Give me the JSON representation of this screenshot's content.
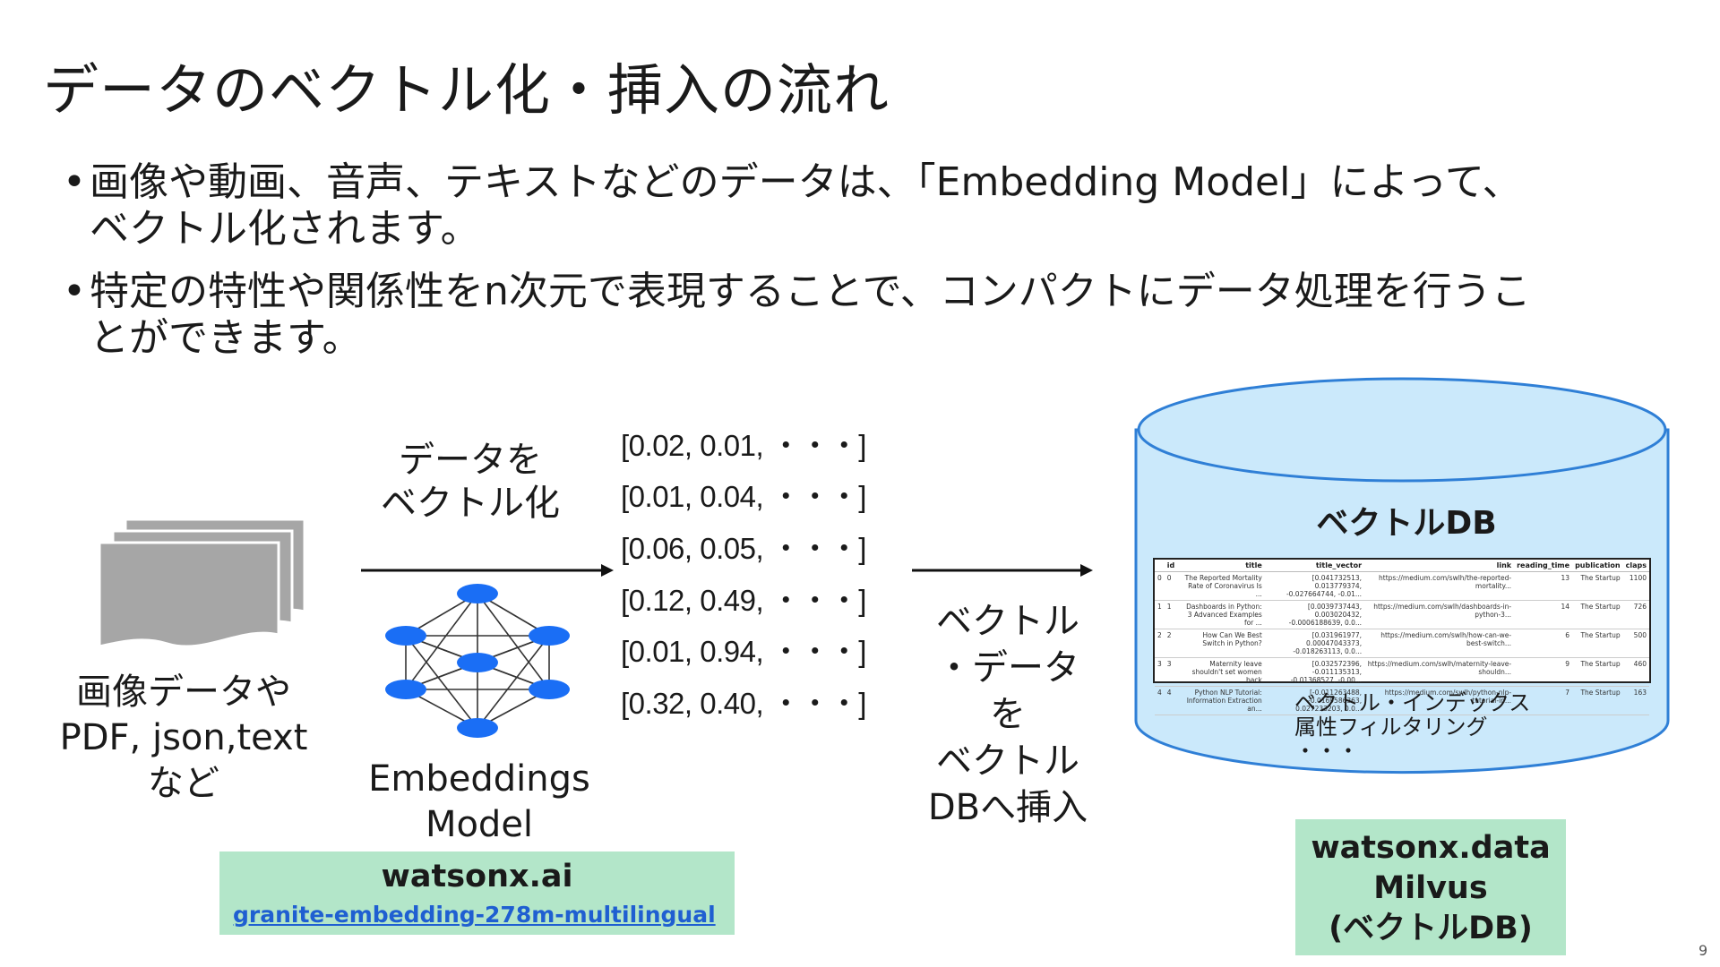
{
  "slide": {
    "title": "データのベクトル化・挿入の流れ",
    "bullets": [
      {
        "line1": "画像や動画、音声、テキストなどのデータは、「Embedding Model」によって、",
        "line2": "ベクトル化されます。"
      },
      {
        "line1": "特定の特性や関係性をn次元で表現することで、コンパクトにデータ処理を行うこ",
        "line2": "とができます。"
      }
    ],
    "bullet_symbol": "•",
    "page_number": "9"
  },
  "source": {
    "icon": "document-stack-icon",
    "label_lines": [
      "画像データや",
      "PDF, json,text",
      "など"
    ]
  },
  "vectorize_arrow": {
    "label_lines": [
      "データを",
      "ベクトル化"
    ]
  },
  "embedding_model": {
    "icon": "neural-network-icon",
    "node_color": "#1a6ef5",
    "label_lines": [
      "Embeddings",
      "Model"
    ]
  },
  "vectors": [
    "[0.02, 0.01, ・・・]",
    "[0.01, 0.04, ・・・]",
    "[0.06, 0.05, ・・・]",
    "[0.12, 0.49, ・・・]",
    "[0.01, 0.94, ・・・]",
    "[0.32, 0.40, ・・・]"
  ],
  "insert_arrow": {
    "label_lines": [
      "ベクトル",
      "・データ",
      "を",
      "ベクトル",
      "DBへ挿入"
    ]
  },
  "vector_db": {
    "title": "ベクトルDB",
    "fill_color": "#cbe9fb",
    "stroke_color": "#2f7fd6",
    "table": {
      "headers": [
        "",
        "id",
        "title",
        "title_vector",
        "link",
        "reading_time",
        "publication",
        "claps"
      ],
      "rows": [
        [
          "0",
          "0",
          "The Reported Mortality Rate of Coronavirus Is ...",
          "[0.041732513, 0.013779374, -0.027664744, -0.01...",
          "https://medium.com/swlh/the-reported-mortality...",
          "13",
          "The Startup",
          "1100"
        ],
        [
          "1",
          "1",
          "Dashboards in Python: 3 Advanced Examples for ...",
          "[0.0039737443, 0.003020432, -0.0006188639, 0.0...",
          "https://medium.com/swlh/dashboards-in-python-3...",
          "14",
          "The Startup",
          "726"
        ],
        [
          "2",
          "2",
          "How Can We Best Switch in Python?",
          "[0.031961977, 0.00047043373, -0.018263113, 0.0...",
          "https://medium.com/swlh/how-can-we-best-switch...",
          "6",
          "The Startup",
          "500"
        ],
        [
          "3",
          "3",
          "Maternity leave shouldn't set women back",
          "[0.032572396, -0.011135313, -0.01368527, -0.00...",
          "https://medium.com/swlh/maternity-leave-shouldn...",
          "9",
          "The Startup",
          "460"
        ],
        [
          "4",
          "4",
          "Python NLP Tutorial: Information Extraction an...",
          "[-0.011263488, -0.0169586363, 0.027233203, 0.0...",
          "https://medium.com/swlh/python-nlp-tutorial-in...",
          "7",
          "The Startup",
          "163"
        ]
      ]
    },
    "notes": [
      "ベクトル・インデックス",
      "属性フィルタリング",
      "・・・"
    ]
  },
  "callouts": {
    "watsonx_ai": {
      "title": "watsonx.ai",
      "link_text": "granite-embedding-278m-multilingual",
      "bg_color": "#b3e6c9"
    },
    "watsonx_data": {
      "lines": [
        "watsonx.data",
        "Milvus",
        "(ベクトルDB)"
      ],
      "bg_color": "#b3e6c9"
    }
  }
}
